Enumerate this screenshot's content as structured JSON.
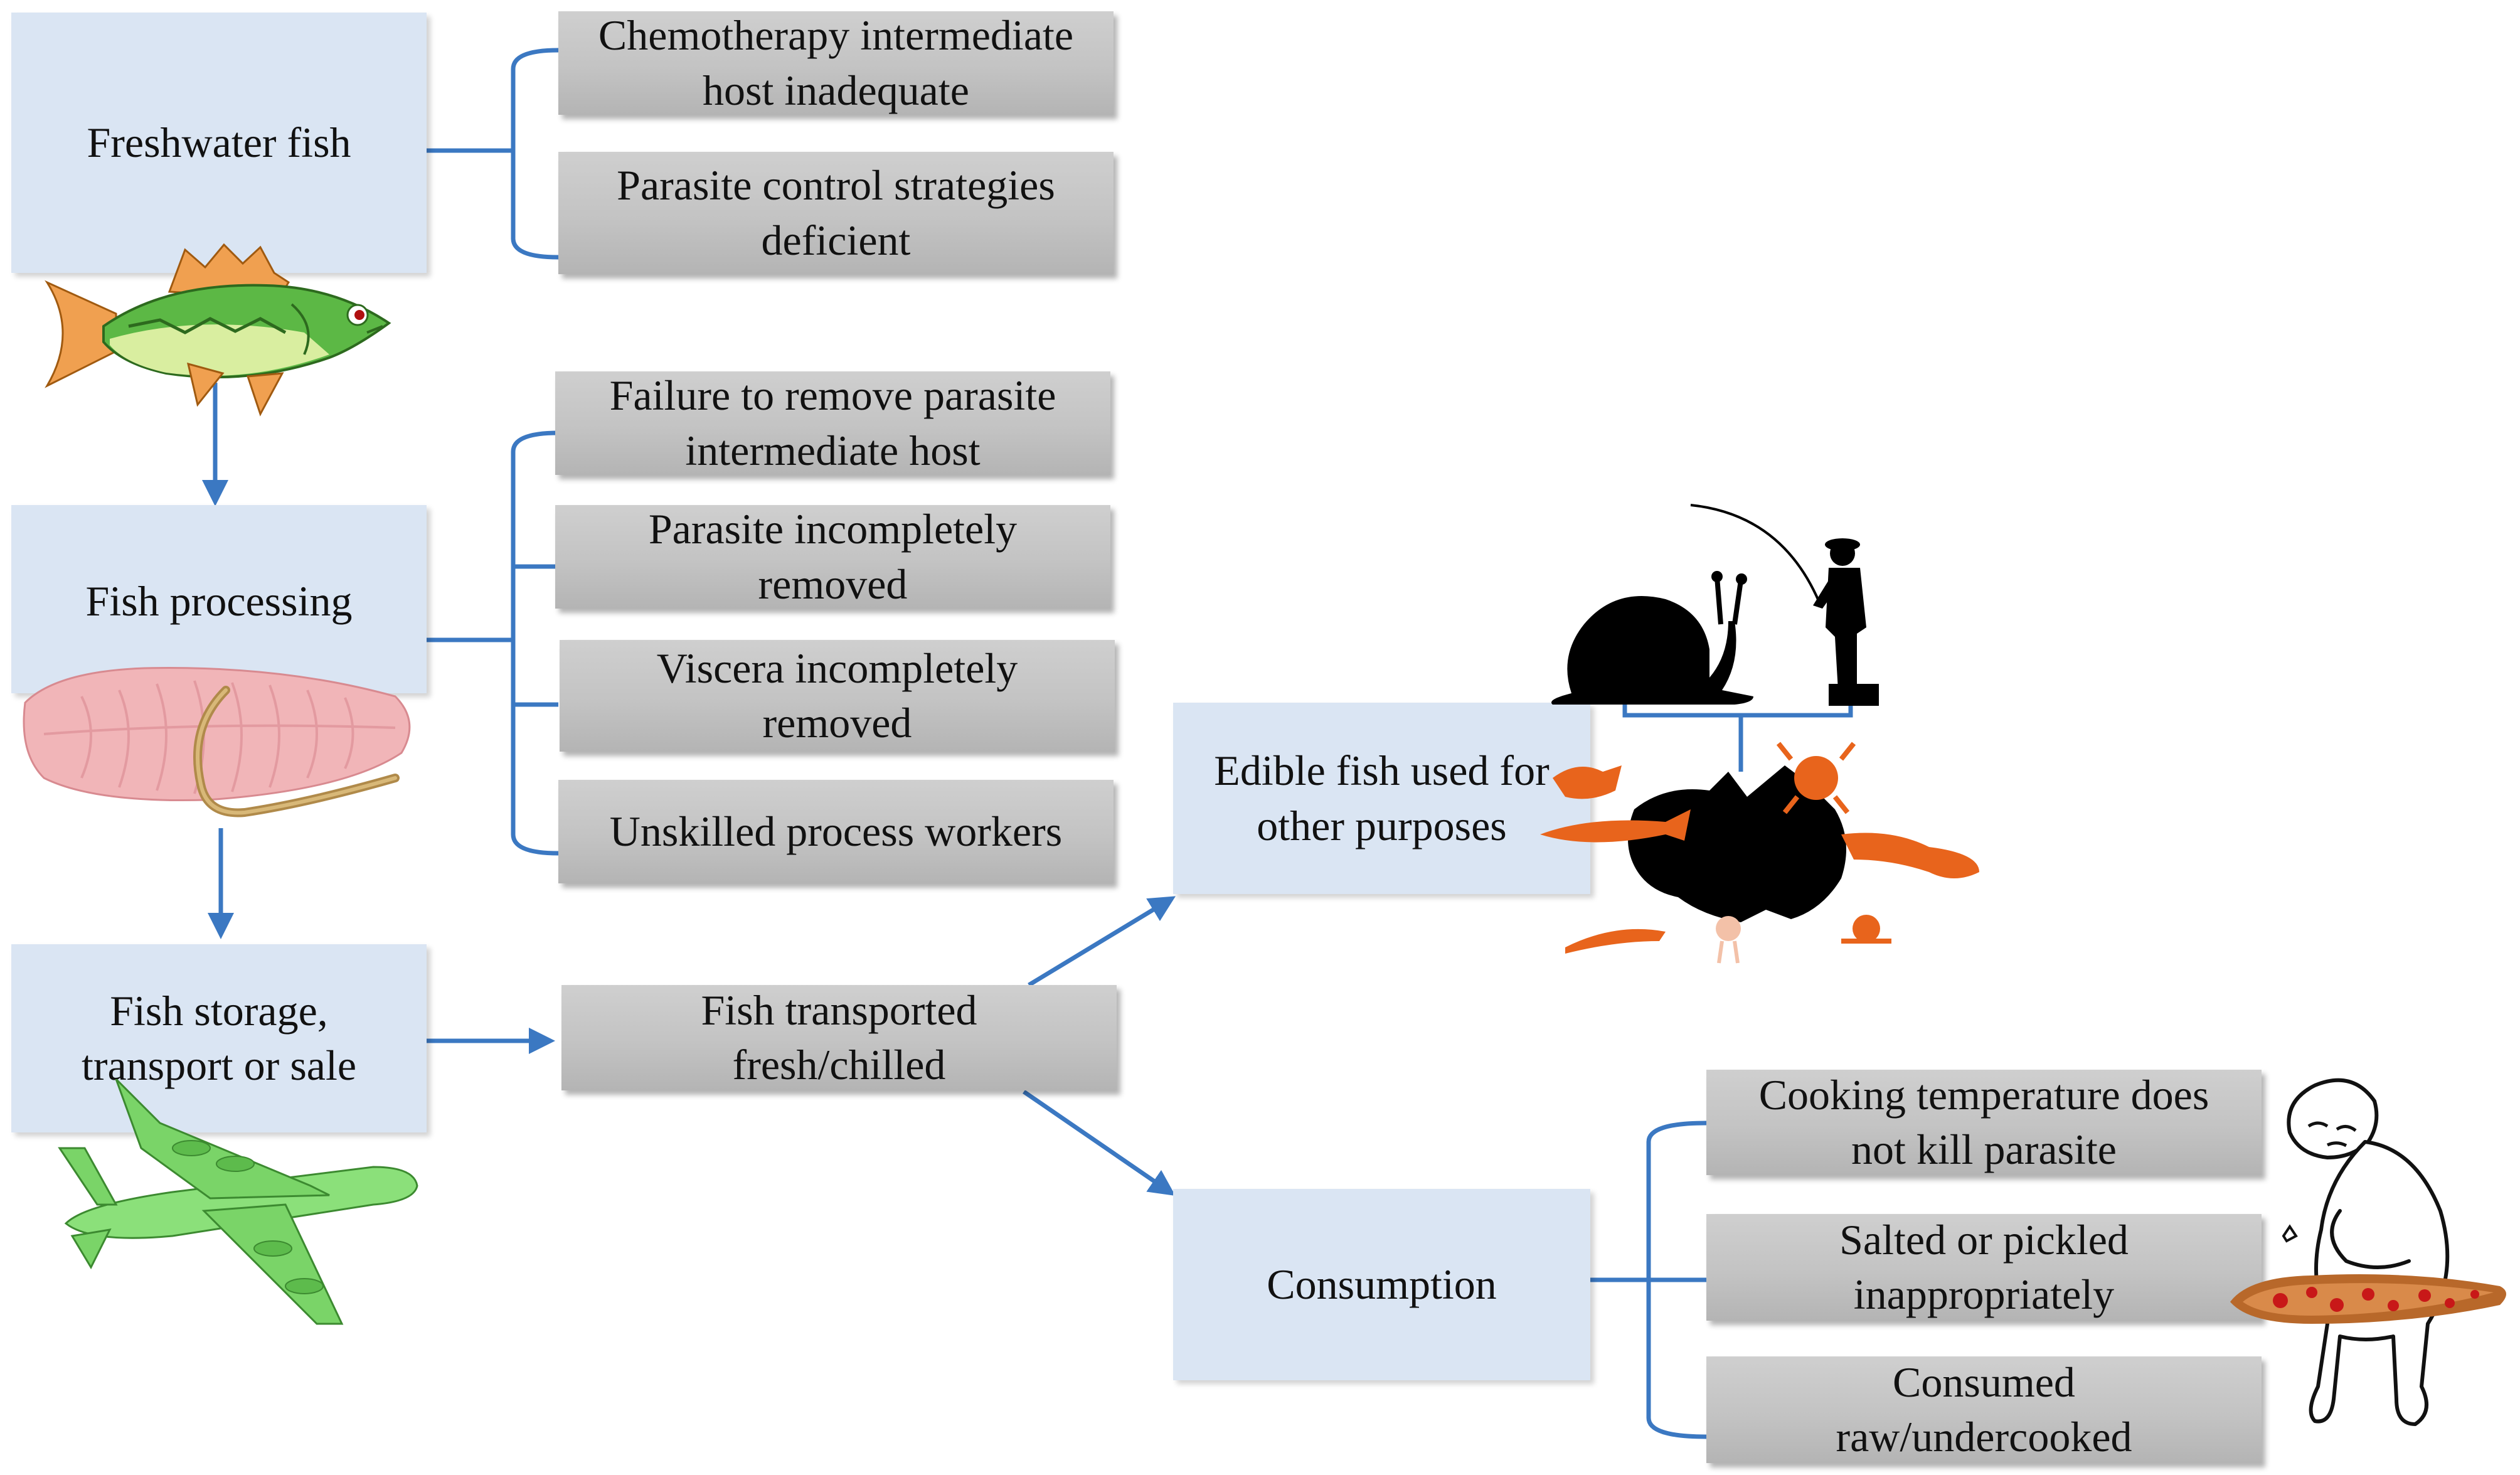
{
  "colors": {
    "stage_box": "#dae5f3",
    "factor_box": "#c3c3c3",
    "connector": "#3b78c2",
    "animal_orange": "#e8641c",
    "silhouette": "#000000"
  },
  "stages": {
    "freshwater_fish": "Freshwater fish",
    "fish_processing": "Fish processing",
    "fish_storage": "Fish storage,\ntransport or sale",
    "edible_other": "Edible fish used for\nother purposes",
    "consumption": "Consumption"
  },
  "factors": {
    "chemotherapy": "Chemotherapy intermediate\nhost inadequate",
    "parasite_control": "Parasite control strategies\ndeficient",
    "failure_remove": "Failure to remove parasite\nintermediate host",
    "parasite_incomplete": "Parasite incompletely\nremoved",
    "viscera_incomplete": "Viscera incompletely\nremoved",
    "unskilled_workers": "Unskilled process workers",
    "transported_fresh": "Fish transported\nfresh/chilled",
    "cooking_temp": "Cooking temperature does\nnot kill parasite",
    "salted_pickled": "Salted or pickled\ninappropriately",
    "consumed_raw": "Consumed\nraw/undercooked"
  },
  "icons": {
    "fish": "bass-fish-icon",
    "fillet": "fish-fillet-with-worm-icon",
    "plane": "cargo-plane-icon",
    "snail": "snail-silhouette-icon",
    "fisherman": "fisherman-silhouette-icon",
    "animals_map": "australia-animals-icon",
    "sick_person": "sick-person-icon",
    "fluke": "liver-fluke-icon"
  }
}
